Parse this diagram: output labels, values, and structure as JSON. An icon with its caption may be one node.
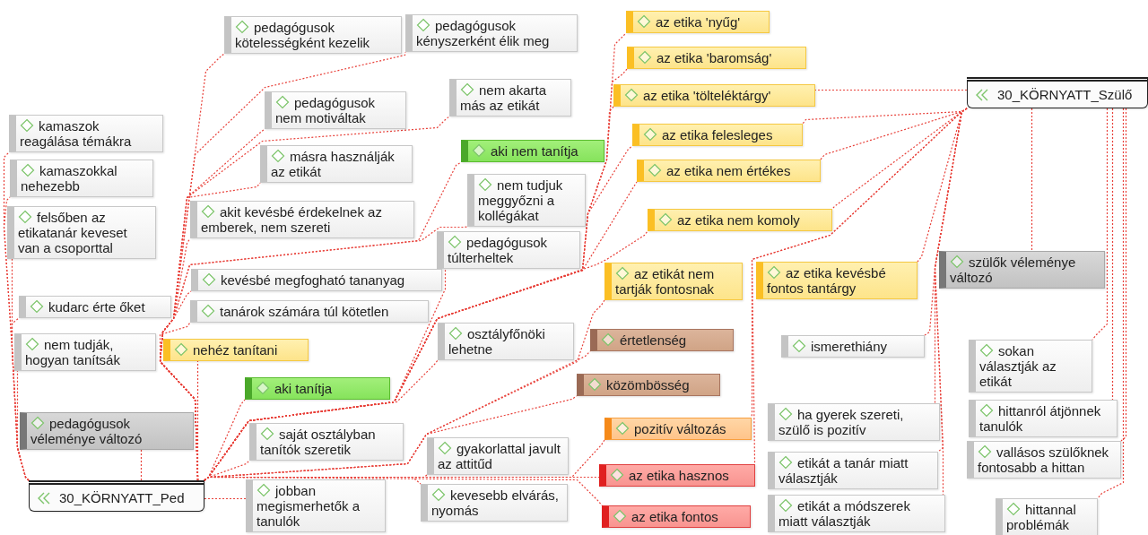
{
  "diagram": {
    "nodes": [
      {
        "text": [
          "pedagógusok kötelességként kezelik"
        ]
      },
      {
        "text": [
          "pedagógusok kényszerként élik meg"
        ]
      },
      {
        "text": [
          "az etika 'nyűg'"
        ]
      },
      {
        "text": [
          "az etika 'baromság'"
        ]
      },
      {
        "text": [
          "az etika 'tölteléktárgy'"
        ]
      },
      {
        "text": [
          "30_KÖRNYATT_Szülő"
        ]
      },
      {
        "text": [
          "pedagógusok nem motiváltak"
        ]
      },
      {
        "text": [
          "nem akarta más az etikát"
        ]
      },
      {
        "text": [
          "kamaszok reagálása témákra"
        ]
      },
      {
        "text": [
          "aki nem tanítja"
        ]
      },
      {
        "text": [
          "az etika felesleges"
        ]
      },
      {
        "text": [
          "kamaszokkal nehezebb"
        ]
      },
      {
        "text": [
          "másra használják az etikát"
        ]
      },
      {
        "text": [
          "az etika nem értékes"
        ]
      },
      {
        "text": [
          "nem tudjuk meggyőzni a kollégákat"
        ]
      },
      {
        "text": [
          "felsőben az etikatanár keveset van a csoporttal"
        ]
      },
      {
        "text": [
          "akit kevésbé érdekelnek az emberek, nem szereti"
        ]
      },
      {
        "text": [
          "az etika nem komoly"
        ]
      },
      {
        "text": [
          "pedagógusok túlterheltek"
        ]
      },
      {
        "text": [
          "kevésbé megfogható tananyag"
        ]
      },
      {
        "text": [
          "az etikát nem tartják fontosnak"
        ]
      },
      {
        "text": [
          "az etika kevésbé fontos tantárgy"
        ]
      },
      {
        "text": [
          "szülők véleménye változó"
        ]
      },
      {
        "text": [
          "kudarc érte őket"
        ]
      },
      {
        "text": [
          "tanárok számára túl kötetlen"
        ]
      },
      {
        "text": [
          "nehéz tanítani"
        ]
      },
      {
        "text": [
          "osztályfőnöki lehetne"
        ]
      },
      {
        "text": [
          "értetlenség"
        ]
      },
      {
        "text": [
          "ismerethiány"
        ]
      },
      {
        "text": [
          "nem tudják, hogyan tanítsák"
        ]
      },
      {
        "text": [
          "sokan választják az etikát"
        ]
      },
      {
        "text": [
          "aki tanítja"
        ]
      },
      {
        "text": [
          "közömbösség"
        ]
      },
      {
        "text": [
          "pedagógusok véleménye változó"
        ]
      },
      {
        "text": [
          "ha gyerek szereti, szülő is pozitív"
        ]
      },
      {
        "text": [
          "hittanról átjönnek tanulók"
        ]
      },
      {
        "text": [
          "saját osztályban tanítók szeretik"
        ]
      },
      {
        "text": [
          "pozitív változás"
        ]
      },
      {
        "text": [
          "gyakorlattal javult az attitűd"
        ]
      },
      {
        "text": [
          "vallásos szülőknek fontosabb a hittan"
        ]
      },
      {
        "text": [
          "30_KÖRNYATT_Ped"
        ]
      },
      {
        "text": [
          "az etika hasznos"
        ]
      },
      {
        "text": [
          "etikát a tanár miatt választják"
        ]
      },
      {
        "text": [
          "jobban megismerhetők a tanulók"
        ]
      },
      {
        "text": [
          "kevesebb elvárás, nyomás"
        ]
      },
      {
        "text": [
          "az etika fontos"
        ]
      },
      {
        "text": [
          "etikát a módszerek miatt választják"
        ]
      },
      {
        "text": [
          "hittannal problémák"
        ]
      }
    ],
    "edges": [
      {
        "from": 40,
        "to": 0,
        "arrow": "none",
        "style": "dashed"
      },
      {
        "from": 40,
        "to": 1,
        "arrow": "none",
        "style": "dashed"
      },
      {
        "from": 40,
        "to": 2,
        "arrow": "none",
        "style": "dashed"
      },
      {
        "from": 40,
        "to": 3,
        "arrow": "none",
        "style": "dashed"
      },
      {
        "from": 40,
        "to": 4,
        "arrow": "none",
        "style": "dashed"
      },
      {
        "from": 40,
        "to": 6,
        "arrow": "none",
        "style": "dashed"
      },
      {
        "from": 40,
        "to": 7,
        "arrow": "none",
        "style": "dashed"
      },
      {
        "from": 40,
        "to": 8,
        "arrow": "none",
        "style": "dashed"
      },
      {
        "from": 40,
        "to": 9,
        "arrow": "none",
        "style": "dashed"
      },
      {
        "from": 40,
        "to": 10,
        "arrow": "none",
        "style": "dashed"
      },
      {
        "from": 40,
        "to": 11,
        "arrow": "none",
        "style": "dashed"
      },
      {
        "from": 40,
        "to": 12,
        "arrow": "none",
        "style": "dashed"
      },
      {
        "from": 40,
        "to": 13,
        "arrow": "none",
        "style": "dashed"
      },
      {
        "from": 40,
        "to": 14,
        "arrow": "none",
        "style": "dashed"
      },
      {
        "from": 40,
        "to": 15,
        "arrow": "none",
        "style": "dashed"
      },
      {
        "from": 40,
        "to": 16,
        "arrow": "none",
        "style": "dashed"
      },
      {
        "from": 40,
        "to": 17,
        "arrow": "none",
        "style": "dashed"
      },
      {
        "from": 40,
        "to": 18,
        "arrow": "none",
        "style": "dashed"
      },
      {
        "from": 40,
        "to": 19,
        "arrow": "none",
        "style": "dashed"
      },
      {
        "from": 40,
        "to": 20,
        "arrow": "none",
        "style": "dashed"
      },
      {
        "from": 40,
        "to": 23,
        "arrow": "none",
        "style": "dashed"
      },
      {
        "from": 40,
        "to": 24,
        "arrow": "none",
        "style": "dashed"
      },
      {
        "from": 40,
        "to": 25,
        "arrow": "none",
        "style": "dashed"
      },
      {
        "from": 40,
        "to": 26,
        "arrow": "none",
        "style": "dashed"
      },
      {
        "from": 40,
        "to": 27,
        "arrow": "none",
        "style": "dashed"
      },
      {
        "from": 40,
        "to": 29,
        "arrow": "none",
        "style": "dashed"
      },
      {
        "from": 40,
        "to": 31,
        "arrow": "none",
        "style": "dashed"
      },
      {
        "from": 40,
        "to": 32,
        "arrow": "none",
        "style": "dashed"
      },
      {
        "from": 40,
        "to": 33,
        "arrow": "none",
        "style": "dashed"
      },
      {
        "from": 40,
        "to": 36,
        "arrow": "none",
        "style": "dashed"
      },
      {
        "from": 40,
        "to": 37,
        "arrow": "none",
        "style": "dashed"
      },
      {
        "from": 40,
        "to": 38,
        "arrow": "none",
        "style": "dashed"
      },
      {
        "from": 40,
        "to": 41,
        "arrow": "none",
        "style": "dashed"
      },
      {
        "from": 40,
        "to": 43,
        "arrow": "none",
        "style": "dashed"
      },
      {
        "from": 40,
        "to": 44,
        "arrow": "none",
        "style": "dashed"
      },
      {
        "from": 40,
        "to": 45,
        "arrow": "none",
        "style": "dashed"
      },
      {
        "from": 5,
        "to": 4,
        "arrow": "none",
        "style": "dashed"
      },
      {
        "from": 5,
        "to": 10,
        "arrow": "none",
        "style": "dashed"
      },
      {
        "from": 5,
        "to": 13,
        "arrow": "none",
        "style": "dashed"
      },
      {
        "from": 5,
        "to": 17,
        "arrow": "none",
        "style": "dashed"
      },
      {
        "from": 5,
        "to": 21,
        "arrow": "none",
        "style": "dashed"
      },
      {
        "from": 5,
        "to": 22,
        "arrow": "none",
        "style": "dashed"
      },
      {
        "from": 5,
        "to": 28,
        "arrow": "none",
        "style": "dashed"
      },
      {
        "from": 5,
        "to": 30,
        "arrow": "none",
        "style": "dashed"
      },
      {
        "from": 5,
        "to": 34,
        "arrow": "none",
        "style": "dashed"
      },
      {
        "from": 5,
        "to": 35,
        "arrow": "none",
        "style": "dashed"
      },
      {
        "from": 5,
        "to": 37,
        "arrow": "none",
        "style": "dashed"
      },
      {
        "from": 5,
        "to": 39,
        "arrow": "none",
        "style": "dashed"
      },
      {
        "from": 5,
        "to": 41,
        "arrow": "none",
        "style": "dashed"
      },
      {
        "from": 5,
        "to": 42,
        "arrow": "none",
        "style": "dashed"
      },
      {
        "from": 5,
        "to": 46,
        "arrow": "none",
        "style": "dashed"
      },
      {
        "from": 5,
        "to": 47,
        "arrow": "none",
        "style": "dashed"
      }
    ]
  }
}
